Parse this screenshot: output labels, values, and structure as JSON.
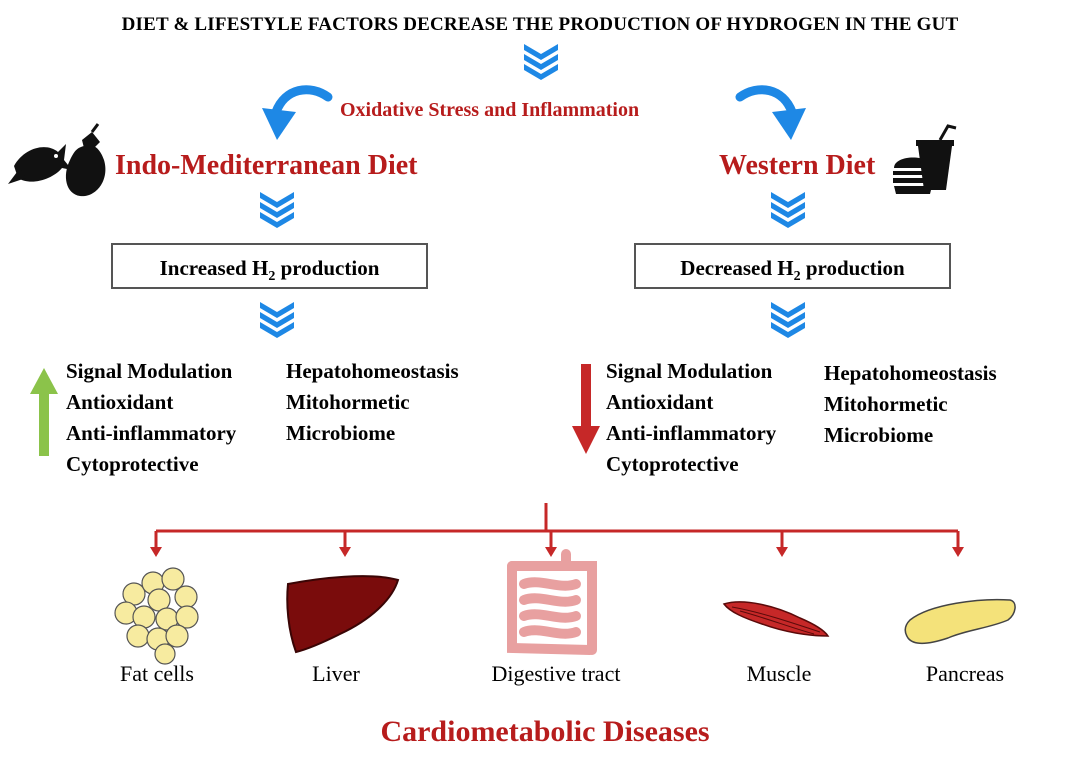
{
  "title": "DIET & LIFESTYLE FACTORS DECREASE THE PRODUCTION OF HYDROGEN IN THE GUT",
  "stress_label": "Oxidative Stress and Inflammation",
  "left": {
    "diet": "Indo-Mediterranean Diet",
    "box_prefix": "Increased H",
    "box_sub": "2",
    "box_suffix": " production",
    "effects_col1": [
      "Signal Modulation",
      "Antioxidant",
      "Anti-inflammatory",
      "Cytoprotective"
    ],
    "effects_col2": [
      "Hepatohomeostasis",
      "Mitohormetic",
      "Microbiome"
    ]
  },
  "right": {
    "diet": "Western Diet",
    "box_prefix": "Decreased H",
    "box_sub": "2",
    "box_suffix": " production",
    "effects_col1": [
      "Signal Modulation",
      "Antioxidant",
      "Anti-inflammatory",
      "Cytoprotective"
    ],
    "effects_col2": [
      "Hepatohomeostasis",
      "Mitohormetic",
      "Microbiome"
    ]
  },
  "organs": [
    "Fat cells",
    "Liver",
    "Digestive tract",
    "Muscle",
    "Pancreas"
  ],
  "bottom_title": "Cardiometabolic Diseases",
  "colors": {
    "heading_red": "#b71c1c",
    "chevron_blue": "#1e88e5",
    "up_arrow_green": "#8bc34a",
    "down_arrow_red": "#c62828",
    "connector_red": "#c62828"
  },
  "icons": {
    "left_diet_icons": [
      "fish-icon",
      "eggplant-icon"
    ],
    "right_diet_icons": [
      "burger-icon",
      "drink-icon"
    ]
  }
}
